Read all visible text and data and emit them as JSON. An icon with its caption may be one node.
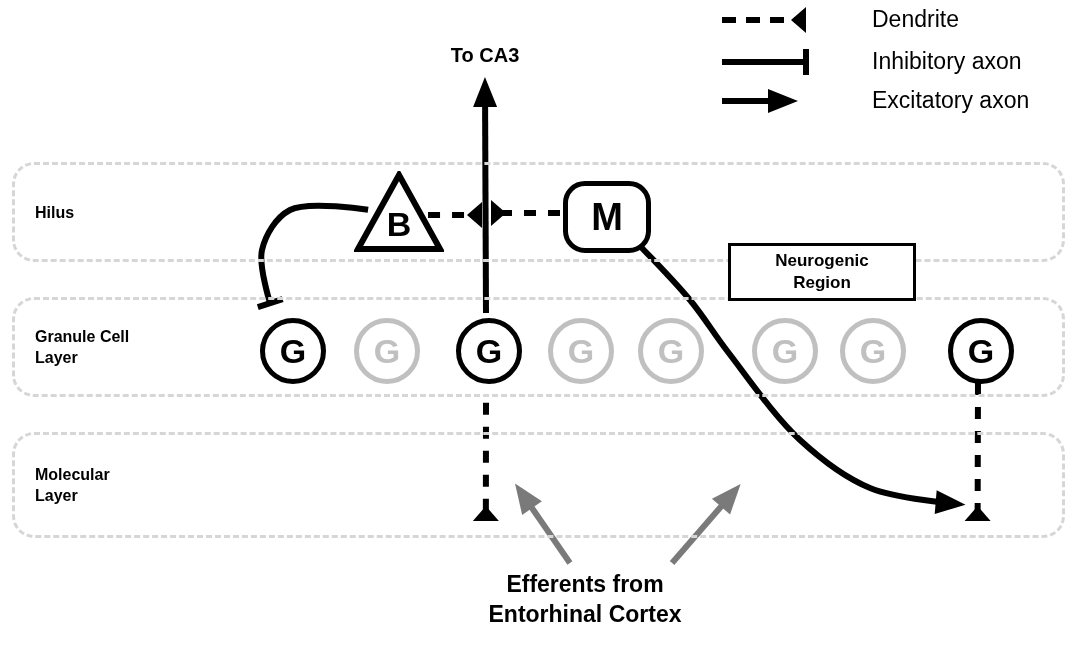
{
  "diagram": {
    "nodes": [
      {
        "text": [
          "Hilus"
        ]
      },
      {
        "text": [
          "Granule Cell Layer"
        ]
      },
      {
        "text": [
          "Molecular Layer"
        ]
      },
      {
        "text": [
          "B"
        ],
        "in": 0
      },
      {
        "text": [
          "M"
        ],
        "in": 0
      },
      {
        "text": [
          "Neurogenic Region"
        ]
      },
      {
        "text": [
          "G"
        ],
        "in": 1
      },
      {
        "text": [
          "G"
        ],
        "in": 1
      },
      {
        "text": [
          "G"
        ],
        "in": 1
      },
      {
        "text": [
          "G"
        ],
        "in": 1
      },
      {
        "text": [
          "G"
        ],
        "in": 1
      },
      {
        "text": [
          "G"
        ],
        "in": 1
      },
      {
        "text": [
          "G"
        ],
        "in": 1
      },
      {
        "text": [
          "G"
        ],
        "in": 1
      },
      {
        "text": [
          "To CA3"
        ]
      },
      {
        "text": [
          "Efferents from Entorhinal Cortex"
        ]
      }
    ],
    "edges": [
      {
        "from": 8,
        "to": 14,
        "arrow": "to"
      },
      {
        "from": 3,
        "to": 6,
        "arrow": "other"
      },
      {
        "from": 3,
        "to": null,
        "arrow": "other",
        "style": "dashed"
      },
      {
        "from": 4,
        "to": null,
        "arrow": "other",
        "style": "dashed"
      },
      {
        "from": 4,
        "to": 2,
        "arrow": "to"
      },
      {
        "from": 8,
        "to": 2,
        "arrow": "other",
        "style": "dashed"
      },
      {
        "from": 13,
        "to": 2,
        "arrow": "other",
        "style": "dashed"
      },
      {
        "from": 15,
        "to": 2,
        "arrow": "to",
        "color": "#7a7a7a"
      },
      {
        "from": 15,
        "to": 2,
        "arrow": "to",
        "color": "#7a7a7a"
      }
    ],
    "legend": [
      {
        "text": "Dendrite"
      },
      {
        "text": "Inhibitory axon"
      },
      {
        "text": "Excitatory axon"
      }
    ]
  }
}
